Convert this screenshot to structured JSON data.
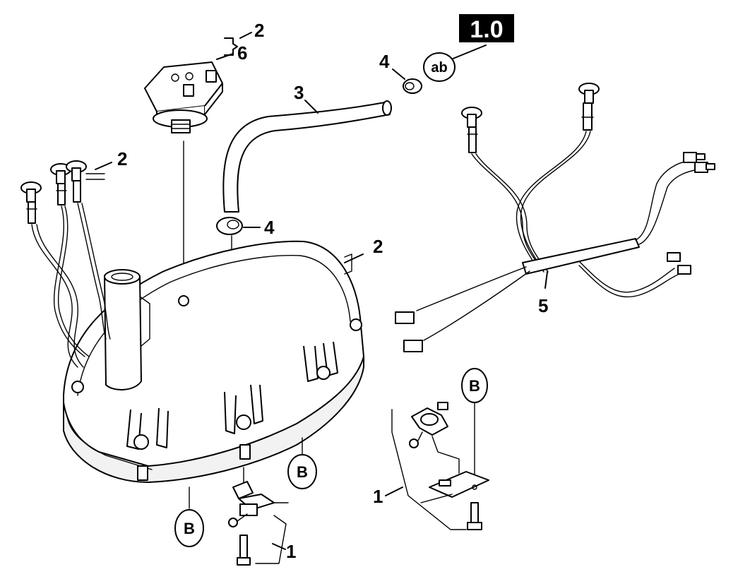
{
  "figure_badge": "1.0",
  "ref_marker_ab": "ab",
  "ref_marker_b": "B",
  "callouts": {
    "c1": "1",
    "c2": "2",
    "c3": "3",
    "c4": "4",
    "c5": "5",
    "c6": "6"
  }
}
